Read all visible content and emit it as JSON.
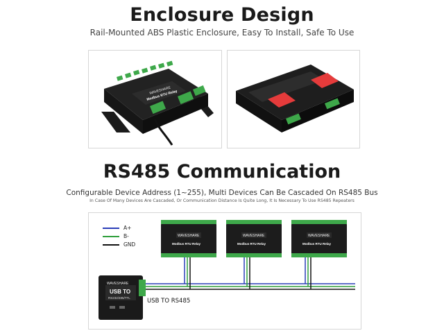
{
  "section1": {
    "title": "Enclosure Design",
    "subtitle": "Rail-Mounted ABS Plastic Enclosure, Easy To Install, Safe To Use"
  },
  "section2": {
    "title": "RS485 Communication",
    "subtitle": "Configurable Device Address (1~255), Multi Devices Can Be Cascaded On RS485 Bus",
    "note": "In Case Of Many Devices Are Cascaded, Or Communication Distance Is Quite Long, It Is Necessary To Use RS485 Repeaters"
  },
  "device": {
    "brand": "WAVESHARE",
    "label": "Modbus RTU Relay"
  },
  "converter": {
    "brand": "WAVESHARE",
    "label_main": "USB TO",
    "label_sub": "RS232/485/TTL",
    "caption": "USB TO RS485"
  },
  "legend": [
    {
      "label": "A+",
      "color": "#2a3db8"
    },
    {
      "label": "B-",
      "color": "#2e9e3a"
    },
    {
      "label": "GND",
      "color": "#111111"
    }
  ],
  "colors": {
    "terminal_green": "#3ea84a",
    "relay_red": "#e53b3b",
    "bus_blue": "#2a3db8",
    "bus_green": "#2e9e3a"
  }
}
